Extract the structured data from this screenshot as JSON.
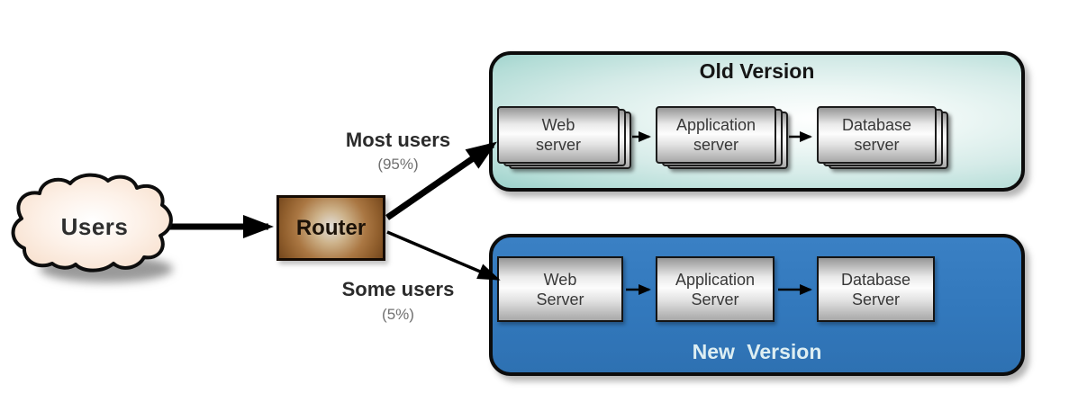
{
  "diagram": {
    "users": {
      "label": "Users"
    },
    "router": {
      "label": "Router"
    },
    "routes": {
      "most": {
        "label": "Most users",
        "percent": "(95%)"
      },
      "some": {
        "label": "Some users",
        "percent": "(5%)"
      }
    },
    "old_version": {
      "title": "Old Version",
      "servers": [
        "Web server",
        "Application server",
        "Database server"
      ]
    },
    "new_version": {
      "title": "New Version",
      "servers": [
        "Web Server",
        "Application Server",
        "Database Server"
      ]
    },
    "colors": {
      "old_container_fill": "#aed9d3",
      "new_container_fill": "#3278bc",
      "router_fill": "#9a6434",
      "cloud_fill": "#f9e4d3",
      "arrow": "#000000",
      "percent_text": "#707070",
      "new_title_text": "#ddeef2"
    }
  }
}
